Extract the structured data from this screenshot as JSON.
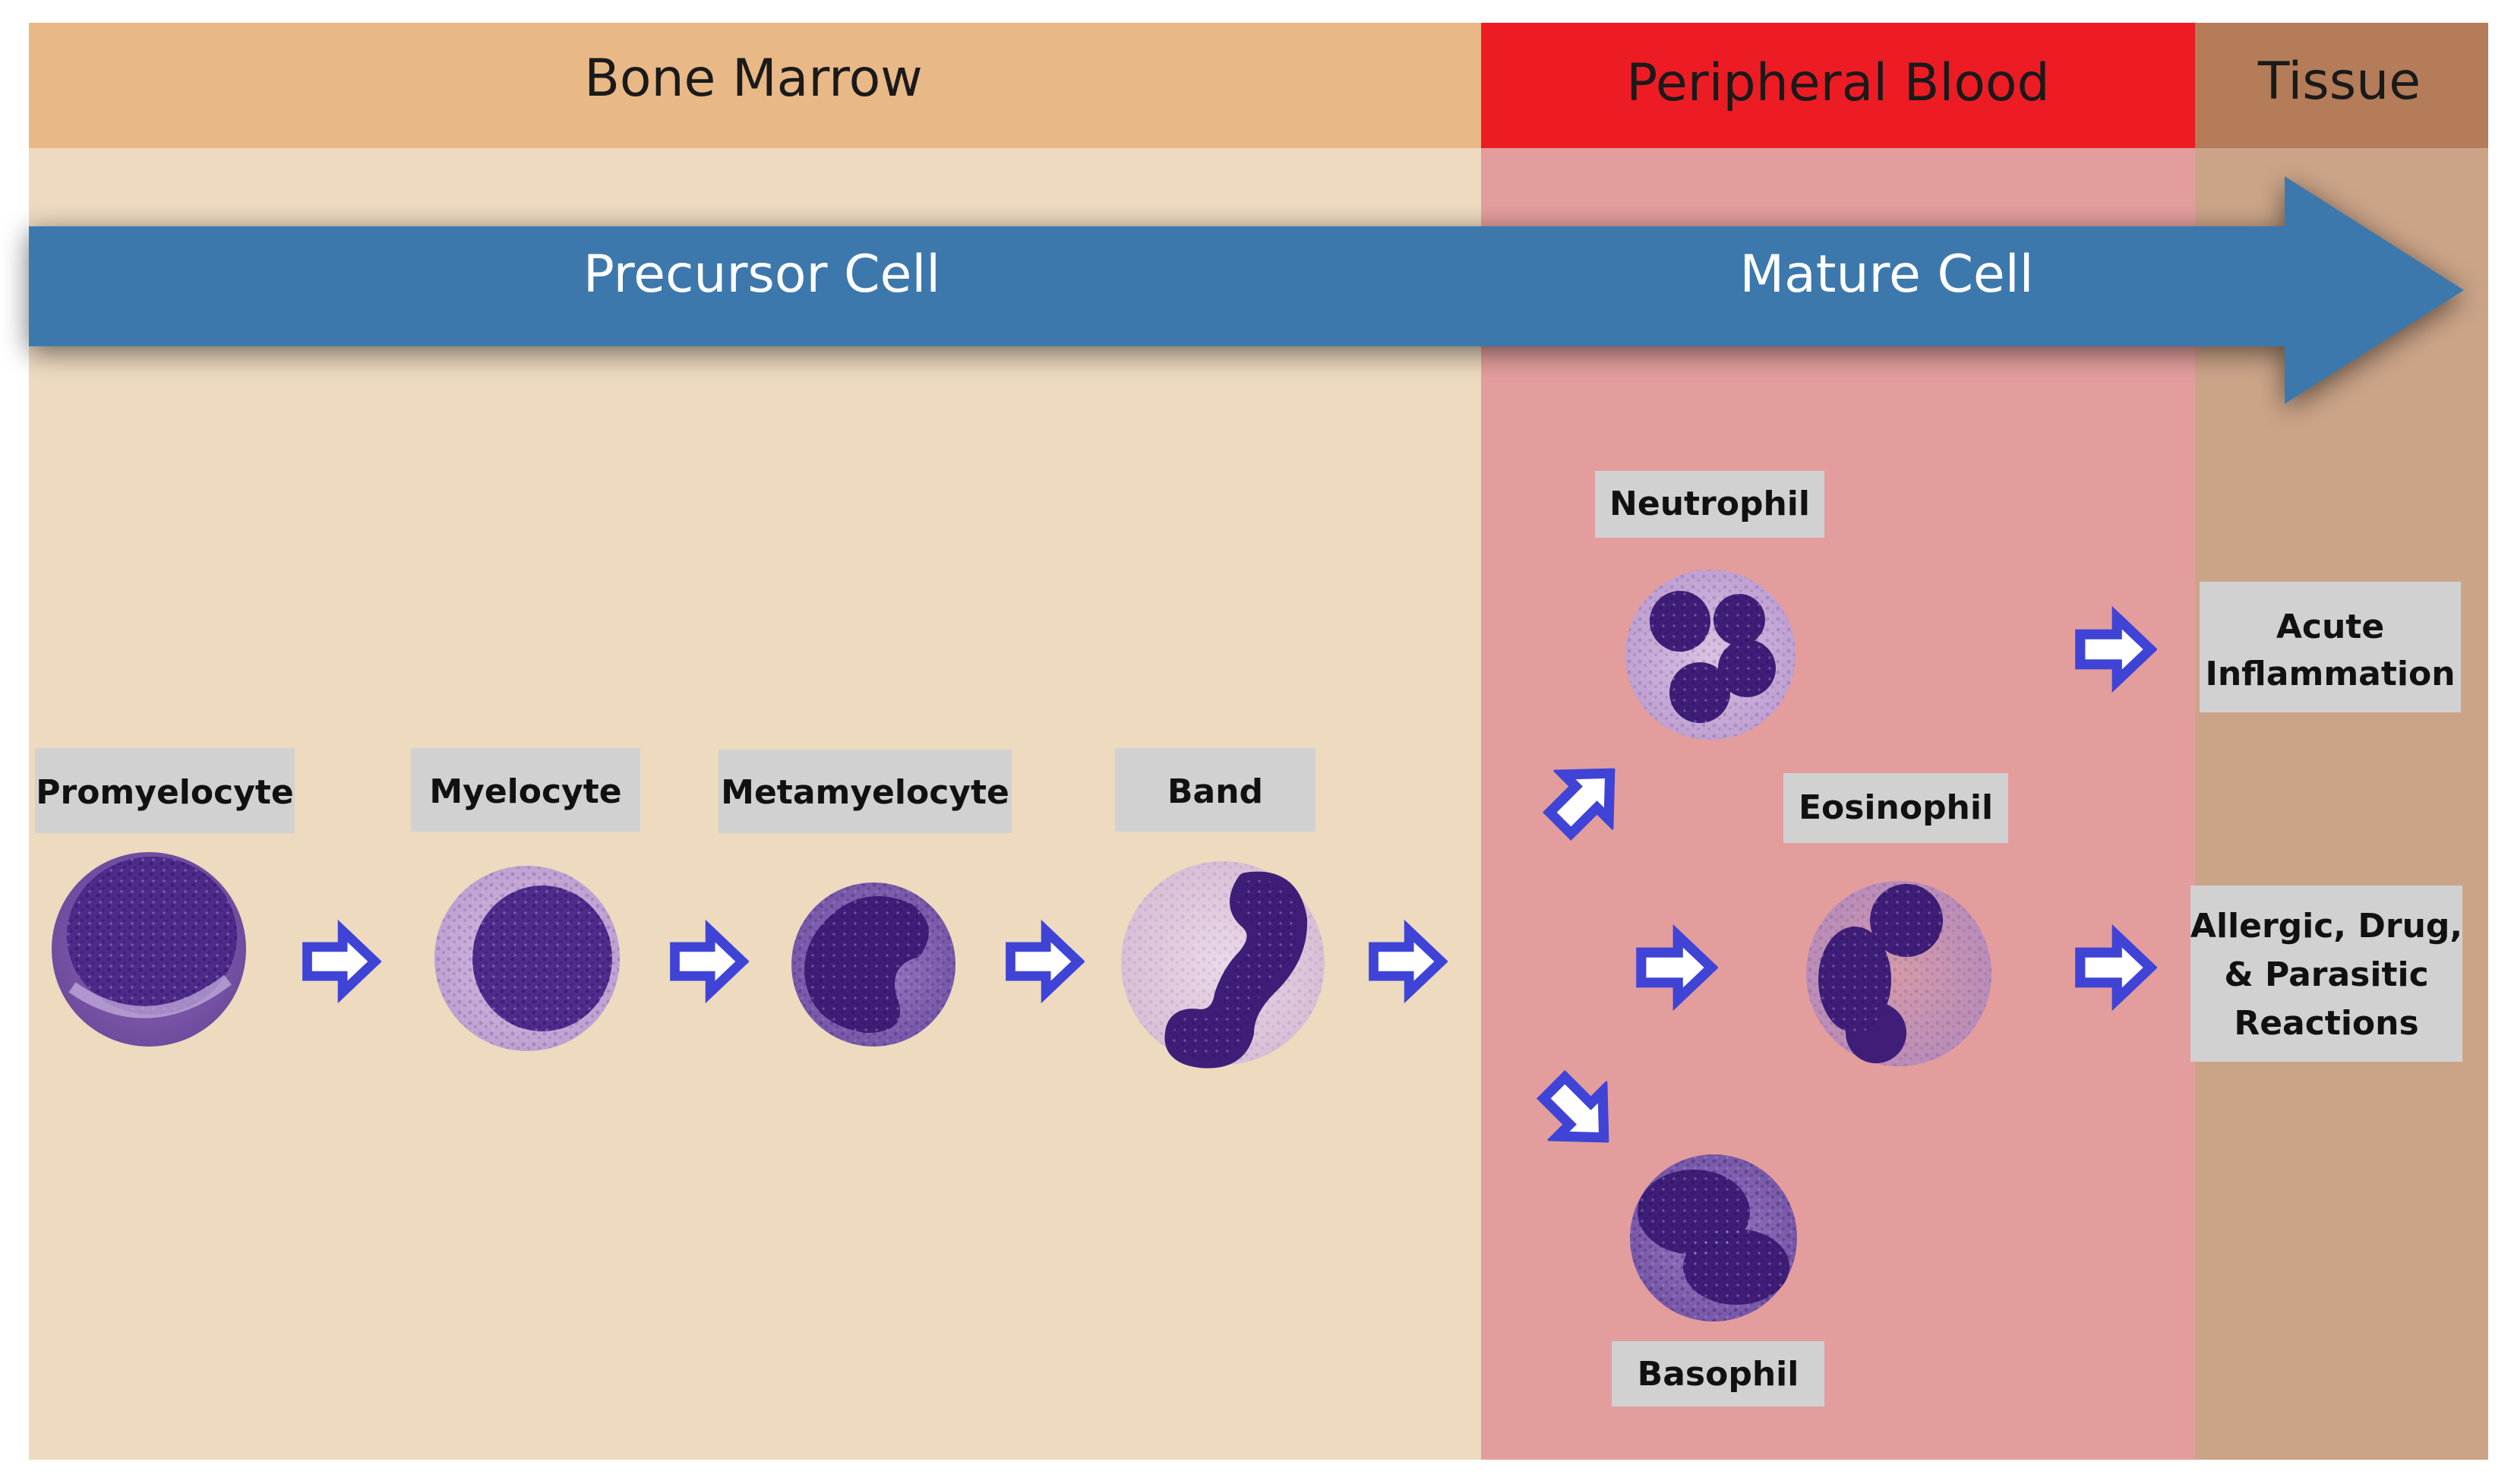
{
  "zones": {
    "bone_marrow": "Bone Marrow",
    "peripheral_blood": "Peripheral Blood",
    "tissue": "Tissue"
  },
  "arrow": {
    "precursor": "Precursor Cell",
    "mature": "Mature Cell"
  },
  "cells": {
    "promyelocyte": "Promyelocyte",
    "myelocyte": "Myelocyte",
    "metamyelocyte": "Metamyelocyte",
    "band": "Band",
    "neutrophil": "Neutrophil",
    "eosinophil": "Eosinophil",
    "basophil": "Basophil"
  },
  "outcomes": {
    "acute_1": "Acute",
    "acute_2": "Inflammation",
    "allergic_1": "Allergic, Drug,",
    "allergic_2": "& Parasitic",
    "allergic_3": "Reactions"
  },
  "colors": {
    "bone_marrow_header": "#E8B887",
    "peripheral_blood_header": "#ED1C24",
    "tissue_header": "#B47C58",
    "bone_marrow_bg": "#EDDABF",
    "peripheral_blood_bg": "#E39D9D",
    "tissue_bg": "#CBA488",
    "main_arrow": "#3E78AD",
    "small_arrow": "#3F44D6",
    "cell_nucleus": "#4A2A82",
    "cell_cytoplasm": "#C5A6D6"
  }
}
